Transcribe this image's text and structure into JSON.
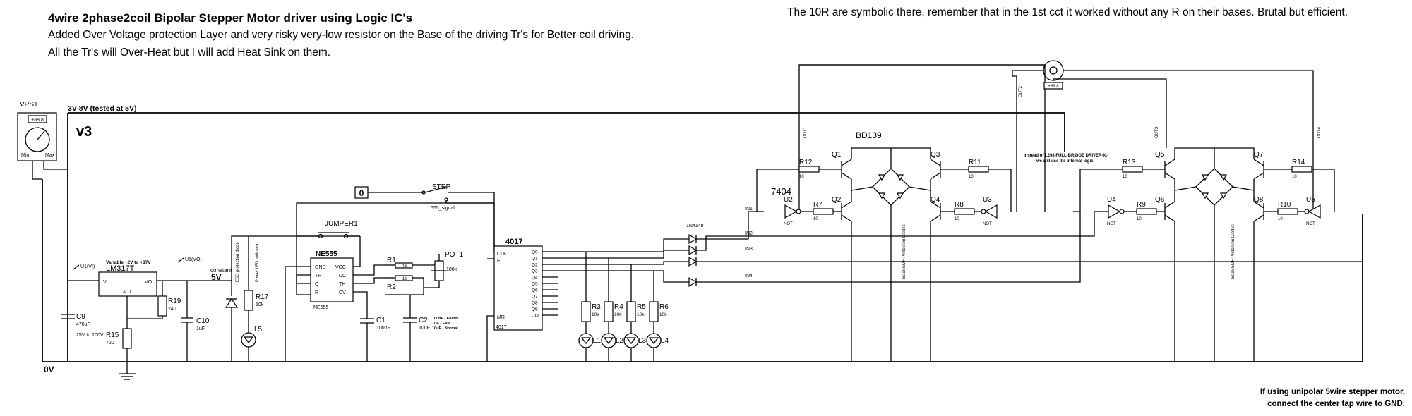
{
  "header": {
    "title": "4wire 2phase2coil Bipolar Stepper Motor driver using Logic IC's",
    "line1": "Added Over Voltage protection Layer and very risky very-low resistor on the Base of the driving Tr's for Better coil driving.",
    "line2": "All the Tr's will Over-Heat but I will add Heat Sink on them.",
    "note": "The 10R are symbolic there, remember that in the 1st cct it worked without any R on their bases. Brutal but efficient."
  },
  "footer": {
    "tap_line1": "If using unipolar 5wire stepper motor,",
    "tap_line2": "connect the center tap wire to GND."
  },
  "rails": {
    "supply": "3V-8V (tested at 5V)",
    "version": "v3",
    "ground": "0V",
    "five_v": "5V",
    "constant": "constant"
  },
  "power": {
    "vps": "VPS1",
    "vps_meter": "+88.8",
    "vps_min": "Min",
    "vps_max": "Max",
    "regulator": "LM317T",
    "regulator_note": "Variable +2V to +37V",
    "pin_vi": "VI",
    "pin_vo": "VO",
    "pin_adj": "ADJ",
    "probe_vi": "U1(VI)",
    "probe_vo": "U1(VO)",
    "c9": "C9",
    "c9_val": "470uF",
    "c9_note": "25V to 100V",
    "r19": "R19",
    "r19_val": "240",
    "r15": "R15",
    "r15_val": "720",
    "c10": "C10",
    "c10_val": "1uF",
    "esd": "ESD protection diode",
    "led_ind": "Power LED indicator",
    "r17": "R17",
    "r17_val": "10k",
    "l5": "L5"
  },
  "timer": {
    "name": "NE555",
    "sub": "NE555",
    "jumper": "JUMPER1",
    "step": "STEP",
    "step_state": "0",
    "signal": "555_signal",
    "pins": [
      "GND",
      "TR",
      "Q",
      "R",
      "VCC",
      "DC",
      "TH",
      "CV"
    ],
    "r1": "R1",
    "r1_val": "1k",
    "r2": "R2",
    "r2_val": "1k",
    "pot": "POT1",
    "pot_val": "100k",
    "c1": "C1",
    "c1_val": "100nF",
    "c2": "C2",
    "c2_val": "10uF",
    "c2_notes": [
      "100nF - Faster",
      "1uF - Fast",
      "10uF - Normal"
    ]
  },
  "counter": {
    "name": "4017",
    "sub": "4017",
    "left_pins": [
      "CLK",
      "E",
      "MR"
    ],
    "outputs": [
      "Q0",
      "Q1",
      "Q2",
      "Q3",
      "Q4",
      "Q5",
      "Q6",
      "Q7",
      "Q8",
      "Q9",
      "CO"
    ],
    "diode": "1N4148",
    "inputs": [
      "IN1",
      "IN2",
      "IN3",
      "IN4"
    ],
    "leds": [
      {
        "r": "R3",
        "val": "10k",
        "led": "L1"
      },
      {
        "r": "R4",
        "val": "10k",
        "led": "L2"
      },
      {
        "r": "R5",
        "val": "10k",
        "led": "L3"
      },
      {
        "r": "R6",
        "val": "10k",
        "led": "L4"
      }
    ]
  },
  "driver": {
    "transistor": "BD139",
    "inverter": "7404",
    "not_label": "NOT",
    "gates": [
      "U2",
      "U3",
      "U4",
      "U5"
    ],
    "note_line1": "Instead of L298 FULL-BRIDGE DRIVER-IC-",
    "note_line2": "we will use it's internal logic",
    "bemf": "Back EMF Protection Diodes",
    "outs": [
      "OUT1",
      "OUT2",
      "OUT3",
      "OUT4"
    ],
    "motor_meter": "+88.8",
    "q": [
      "Q1",
      "Q2",
      "Q3",
      "Q4",
      "Q5",
      "Q6",
      "Q7",
      "Q8"
    ],
    "r": [
      {
        "name": "R12",
        "val": "10"
      },
      {
        "name": "R7",
        "val": "10"
      },
      {
        "name": "R11",
        "val": "10"
      },
      {
        "name": "R8",
        "val": "10"
      },
      {
        "name": "R13",
        "val": "10"
      },
      {
        "name": "R9",
        "val": "10"
      },
      {
        "name": "R14",
        "val": "10"
      },
      {
        "name": "R10",
        "val": "10"
      }
    ]
  }
}
